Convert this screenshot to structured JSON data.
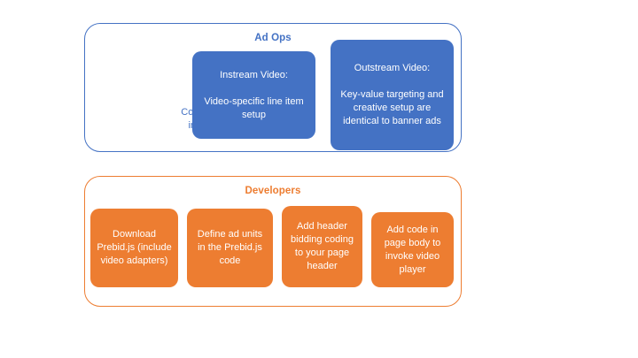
{
  "diagram": {
    "background_color": "#FFFFFF",
    "accent_blue": "#4472C4",
    "accent_orange": "#ED7D31",
    "groups": [
      {
        "id": "ad-ops",
        "title": "Ad Ops",
        "title_color": "#4472C4",
        "border_color": "#4472C4",
        "nodes": [
          {
            "id": "configure-line-items",
            "style": "plain-text",
            "text_color": "#4472C4",
            "label": "Configure Line Items in Your Ad Server"
          },
          {
            "id": "instream-video",
            "style": "filled",
            "fill": "#4472C4",
            "text_color": "#FFFFFF",
            "label": "Instream Video:\n\nVideo-specific line item setup"
          },
          {
            "id": "outstream-video",
            "style": "filled",
            "fill": "#4472C4",
            "text_color": "#FFFFFF",
            "label": "Outstream Video:\n\nKey-value targeting and creative setup are identical to banner ads"
          }
        ]
      },
      {
        "id": "developers",
        "title": "Developers",
        "title_color": "#ED7D31",
        "border_color": "#ED7D31",
        "nodes": [
          {
            "id": "download-prebid",
            "style": "filled",
            "fill": "#ED7D31",
            "text_color": "#FFFFFF",
            "label": "Download Prebid.js (include video adapters)"
          },
          {
            "id": "define-ad-units",
            "style": "filled",
            "fill": "#ED7D31",
            "text_color": "#FFFFFF",
            "label": "Define ad units in the Prebid.js code"
          },
          {
            "id": "add-header-bidding-code",
            "style": "filled",
            "fill": "#ED7D31",
            "text_color": "#FFFFFF",
            "label": "Add header bidding coding to your page header"
          },
          {
            "id": "add-page-body-code",
            "style": "filled",
            "fill": "#ED7D31",
            "text_color": "#FFFFFF",
            "label": "Add code in page body to invoke video player"
          }
        ]
      }
    ]
  }
}
